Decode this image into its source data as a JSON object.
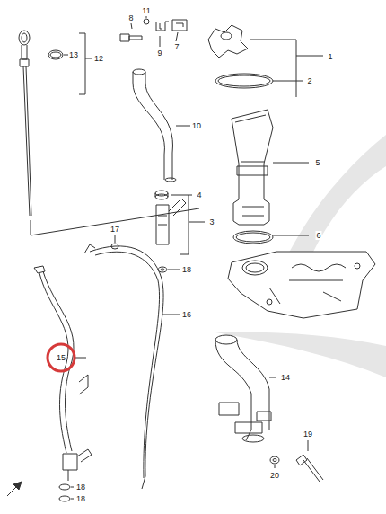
{
  "diagram": {
    "labels": [
      "8",
      "11",
      "7",
      "9",
      "1",
      "2",
      "13",
      "12",
      "10",
      "4",
      "3",
      "5",
      "17",
      "18",
      "6",
      "16",
      "15",
      "14",
      "19",
      "20",
      "18",
      "18"
    ]
  }
}
